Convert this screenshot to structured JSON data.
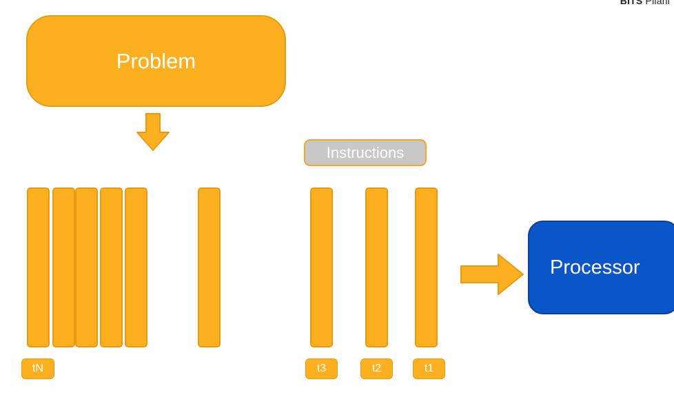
{
  "watermark": {
    "bold": "BITS",
    "thin": "Pilani"
  },
  "problem": {
    "label": "Problem"
  },
  "instructions": {
    "label": "Instructions"
  },
  "processor": {
    "label": "Processor"
  },
  "task_labels": {
    "tN": "tN",
    "t3": "t3",
    "t2": "t2",
    "t1": "t1"
  },
  "colors": {
    "orange": "#fdb01f",
    "orange_border": "#e89b12",
    "blue": "#0a56c8",
    "gray": "#c8c8c8"
  }
}
